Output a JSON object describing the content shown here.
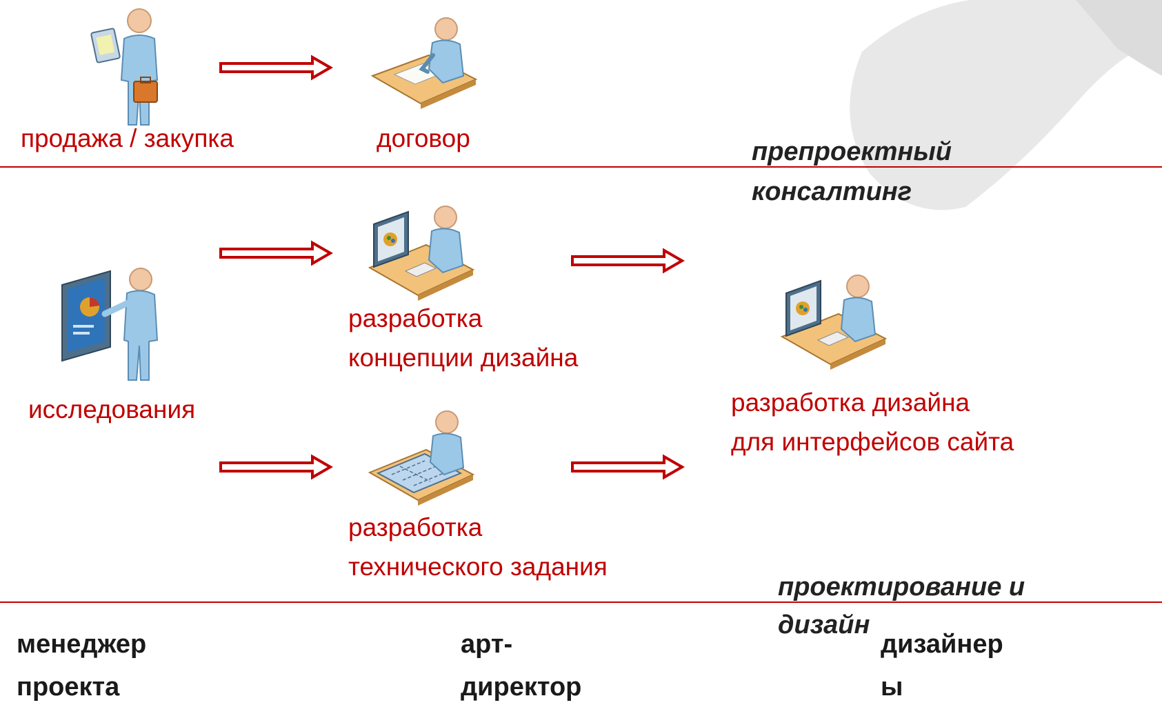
{
  "colors": {
    "accent": "#c00000",
    "arrow_fill": "#ffffff",
    "figure": "#9cc8e8",
    "desk": "#f2c27b",
    "watermark": "#e6e6e6"
  },
  "icons": {
    "person_sales": "person-with-clipboard-and-briefcase-icon",
    "desk_contract": "person-writing-at-desk-icon",
    "person_research": "person-presenting-chart-icon",
    "desk_concept": "person-at-design-computer-icon",
    "desk_spec": "person-drafting-blueprint-icon",
    "desk_design": "person-at-design-computer-icon",
    "watermark": "watermark-logo-icon"
  },
  "labels": {
    "sales": "продажа / закупка",
    "contract": "договор",
    "research": "исследования",
    "concept_line1": "разработка",
    "concept_line2": "концепции дизайна",
    "spec_line1": "разработка",
    "spec_line2": "технического задания",
    "design_line1": "разработка дизайна",
    "design_line2": "для интерфейсов сайта"
  },
  "stages": {
    "preproject_line1": "препроектный",
    "preproject_line2": "консалтинг",
    "design_line1": "проектирование и",
    "design_line2": "дизайн"
  },
  "roles": {
    "manager_line1": "менеджер",
    "manager_line2": "проекта",
    "art_line1": "арт-",
    "art_line2": "директор",
    "designers_line1": "дизайнер",
    "designers_line2": "ы"
  }
}
